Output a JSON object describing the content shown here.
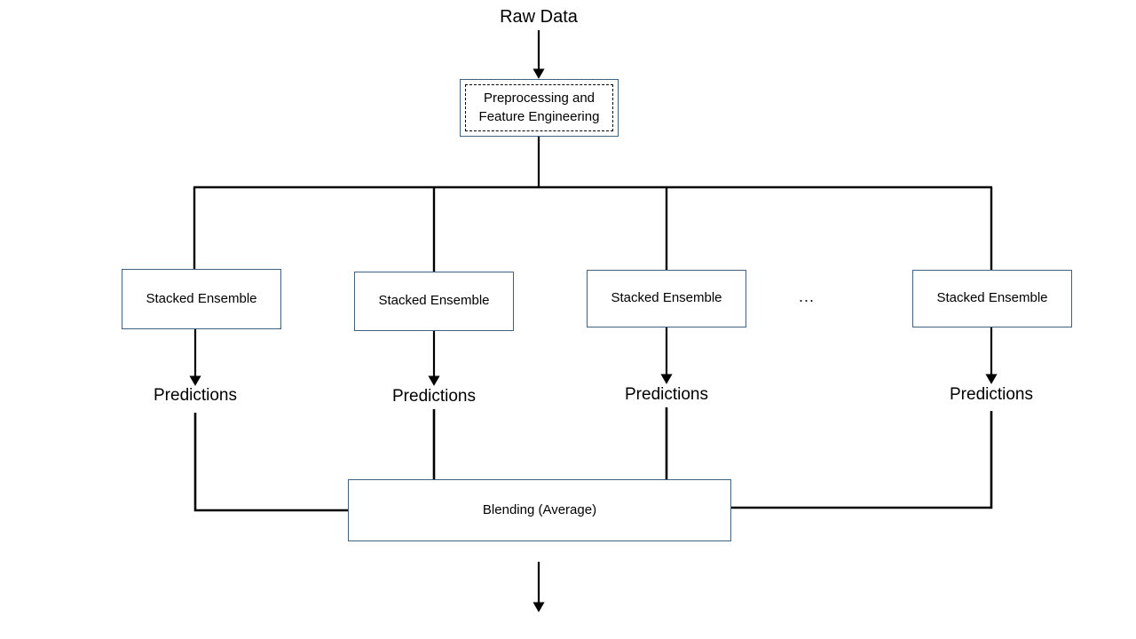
{
  "diagram": {
    "type": "flowchart",
    "title_text": "Raw Data",
    "nodes": {
      "raw_data": {
        "label": "Raw Data"
      },
      "preprocessing": {
        "label": "Preprocessing and\nFeature Engineering",
        "line1": "Preprocessing and",
        "line2": "Feature Engineering"
      },
      "blending": {
        "label": "Blending (Average)"
      },
      "ellipsis": {
        "label": "..."
      }
    },
    "branches": [
      {
        "model_label": "Stacked Ensemble",
        "output_label": "Predictions"
      },
      {
        "model_label": "Stacked Ensemble",
        "output_label": "Predictions"
      },
      {
        "model_label": "Stacked Ensemble",
        "output_label": "Predictions"
      },
      {
        "model_label": "Stacked Ensemble",
        "output_label": "Predictions"
      }
    ],
    "colors": {
      "box_border": "#41627e",
      "inner_dashed_border": "#000000",
      "connector": "#000000",
      "text": "#000000",
      "background": "#ffffff"
    }
  }
}
